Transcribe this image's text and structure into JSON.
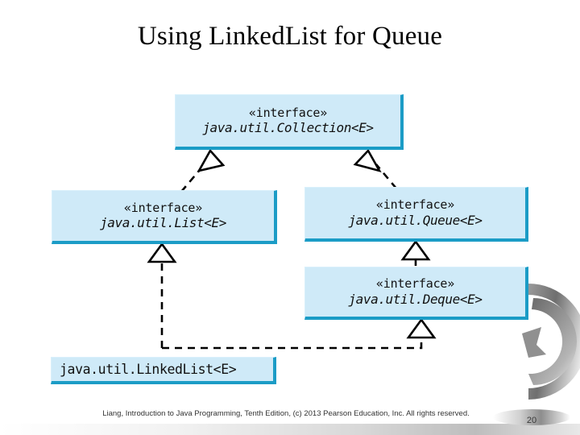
{
  "slide": {
    "title": "Using LinkedList for Queue",
    "page_number": "20",
    "footer": "Liang, Introduction to Java Programming, Tenth Edition, (c) 2013 Pearson Education, Inc. All rights reserved.",
    "colors": {
      "box_fill": "#cfeaf8",
      "box_edge": "#1b9cc6",
      "connector": "#000000",
      "text": "#111111"
    }
  },
  "diagram": {
    "type": "uml-class-diagram",
    "stereotype_label": "«interface»",
    "nodes": [
      {
        "id": "collection",
        "stereotype": "«interface»",
        "name": "java.util.Collection<E>",
        "kind": "interface"
      },
      {
        "id": "list",
        "stereotype": "«interface»",
        "name": "java.util.List<E>",
        "kind": "interface"
      },
      {
        "id": "queue",
        "stereotype": "«interface»",
        "name": "java.util.Queue<E>",
        "kind": "interface"
      },
      {
        "id": "deque",
        "stereotype": "«interface»",
        "name": "java.util.Deque<E>",
        "kind": "interface"
      },
      {
        "id": "linkedlist",
        "stereotype": "",
        "name": "java.util.LinkedList<E>",
        "kind": "class"
      }
    ],
    "edges": [
      {
        "from": "list",
        "to": "collection",
        "style": "dashed",
        "arrow": "hollow-triangle"
      },
      {
        "from": "queue",
        "to": "collection",
        "style": "dashed",
        "arrow": "hollow-triangle"
      },
      {
        "from": "deque",
        "to": "queue",
        "style": "dashed",
        "arrow": "hollow-triangle"
      },
      {
        "from": "linkedlist",
        "to": "list",
        "style": "dashed",
        "arrow": "hollow-triangle"
      },
      {
        "from": "linkedlist",
        "to": "deque",
        "style": "dashed",
        "arrow": "hollow-triangle"
      }
    ]
  }
}
